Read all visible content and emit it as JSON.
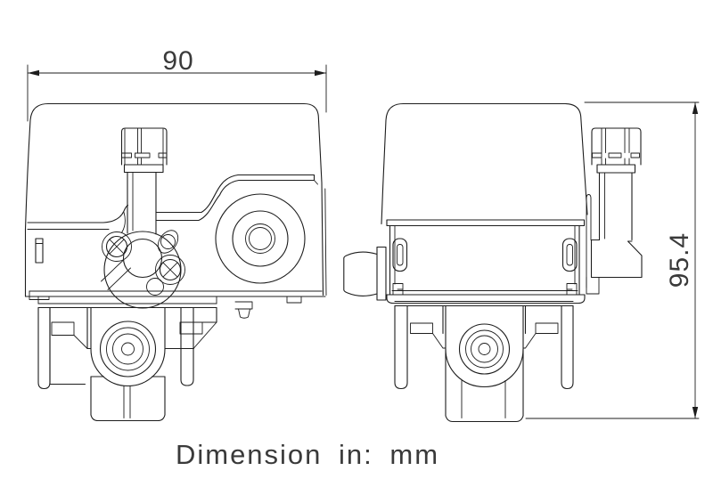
{
  "page": {
    "background_color": "#ffffff",
    "line_color": "#1d1d1d",
    "text_color": "#3a3a3a"
  },
  "drawing": {
    "width_dimension": {
      "label": "90"
    },
    "height_dimension": {
      "label": "95.4"
    },
    "caption": "Dimension in: mm"
  }
}
